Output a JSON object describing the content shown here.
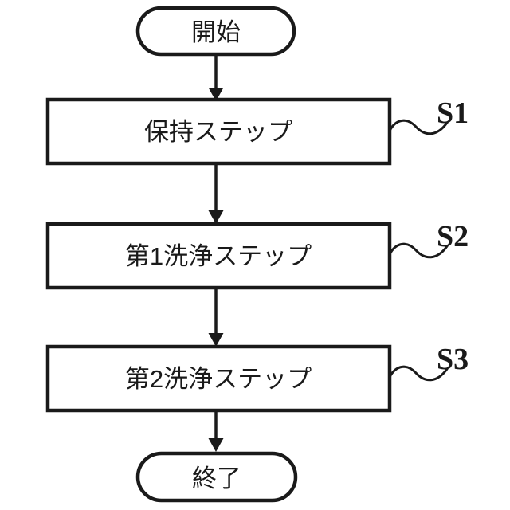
{
  "figure": {
    "type": "flowchart",
    "colors": {
      "background": "#ffffff",
      "line": "#1a1a1a",
      "shape_fill": "#ffffff"
    },
    "start": {
      "label": "開始"
    },
    "end": {
      "label": "終了"
    },
    "steps": [
      {
        "label": "保持ステップ",
        "tag": "S1"
      },
      {
        "label": "第1洗浄ステップ",
        "tag": "S2"
      },
      {
        "label": "第2洗浄ステップ",
        "tag": "S3"
      }
    ]
  }
}
